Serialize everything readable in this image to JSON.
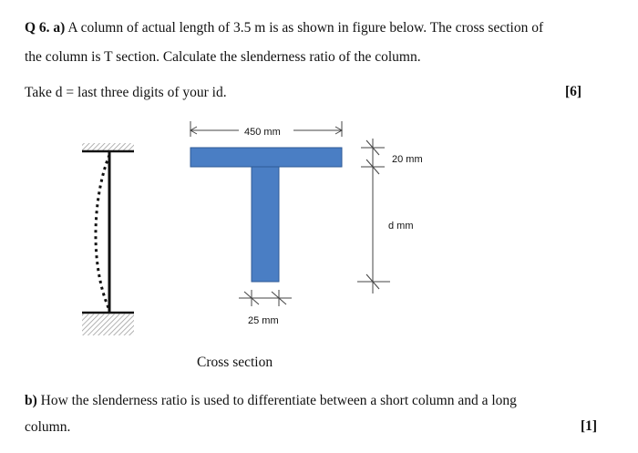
{
  "question": {
    "q_label": "Q 6. a)",
    "line1": "A column of actual length of 3.5 m is as shown in figure below. The cross section of",
    "line2": "the column is T section. Calculate the slenderness ratio of the column.",
    "line3": "Take d = last three digits of your id.",
    "marks_a": "[6]"
  },
  "figure": {
    "flange_width_label": "450 mm",
    "flange_thickness_label": "20 mm",
    "web_depth_label": "d mm",
    "web_width_label": "25 mm",
    "caption": "Cross section",
    "section_color": "#4a7ec4"
  },
  "part_b": {
    "label": "b)",
    "line1": "How the slenderness ratio is used to differentiate between a short column and a long",
    "line2": "column.",
    "marks_b": "[1]"
  }
}
